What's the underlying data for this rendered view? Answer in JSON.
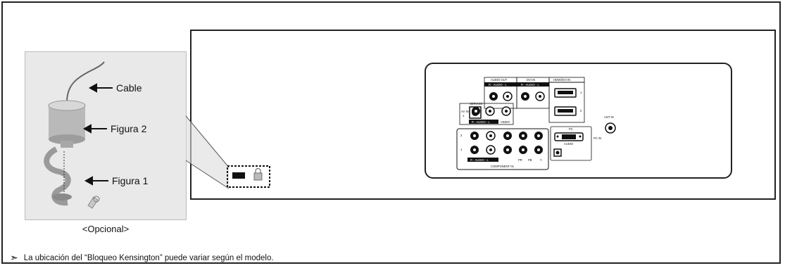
{
  "callouts": {
    "cable": "Cable",
    "figura2": "Figura 2",
    "figura1": "Figura 1"
  },
  "optional_caption": "<Opcional>",
  "note": {
    "icon": "arrow-right-icon",
    "text": "La ubicación del “Bloqueo Kensington” puede variar según el modelo."
  },
  "panel_labels": {
    "service": "SERVICE",
    "audio_out": "AUDIO OUT",
    "audio_out_sub": "R - AUDIO - L",
    "dvi_in": "DVI IN",
    "dvi_in_sub": "R - AUDIO - L",
    "hdmi_dvi_in": "HDMI/DVI IN",
    "hdmi_1": "1",
    "hdmi_2": "2",
    "av_in": "AV IN",
    "av_in_num": "1",
    "av_audio": "R - AUDIO - L",
    "video": "VIDEO",
    "ant_in": "ANT IN",
    "pc": "PC",
    "pc_in": "PC IN",
    "audio": "AUDIO",
    "comp_audio": "R - AUDIO - L",
    "comp_pr": "PR",
    "comp_pb": "PB",
    "comp_y": "Y",
    "component_in": "COMPONENT IN",
    "comp_row2": "2",
    "comp_row1": "1"
  }
}
